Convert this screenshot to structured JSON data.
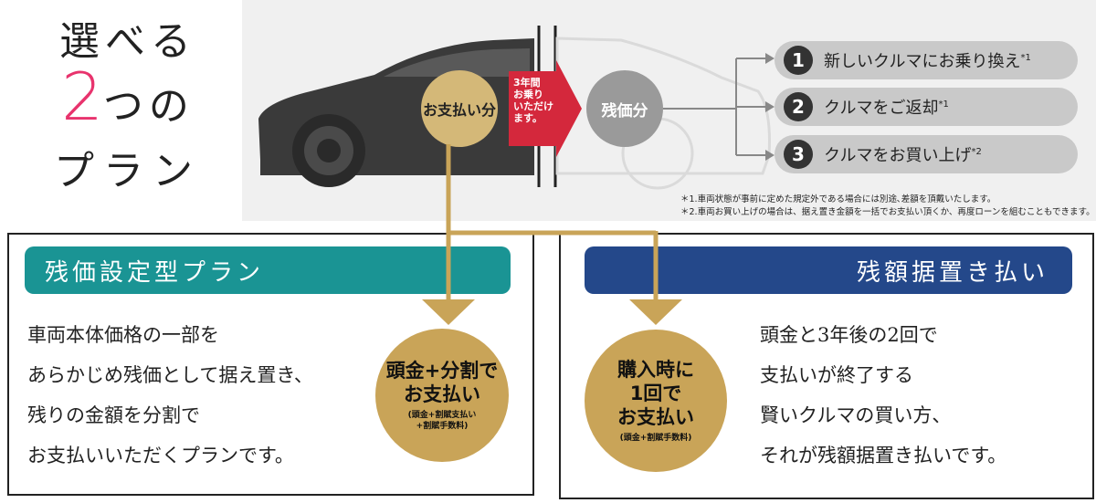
{
  "title": {
    "line1": "選べる",
    "number": "2",
    "line2_suffix": "つの",
    "line3": "プラン"
  },
  "flow": {
    "payment_label": "お支払い分",
    "arrow_text": "3年間\nお乗り\nいただけ\nます。",
    "residual_label": "残価分"
  },
  "options": [
    {
      "num": "1",
      "label": "新しいクルマにお乗り換え",
      "note": "*1"
    },
    {
      "num": "2",
      "label": "クルマをご返却",
      "note": "*1"
    },
    {
      "num": "3",
      "label": "クルマをお買い上げ",
      "note": "*2"
    }
  ],
  "notes": [
    "＊1.車両状態が事前に定めた規定外である場合には別途､差額を頂戴いたします。",
    "＊2.車両お買い上げの場合は、据え置き金額を一括でお支払い頂くか、再度ローンを組むこともできます。"
  ],
  "plan_left": {
    "title": "残価設定型プラン",
    "desc": [
      "車両本体価格の一部を",
      "あらかじめ残価として据え置き、",
      "残りの金額を分割で",
      "お支払いいただくプランです。"
    ],
    "circle_lines": [
      "頭金+分割で",
      "お支払い"
    ],
    "circle_note": [
      "(頭金+割賦支払い",
      "+割賦手数料)"
    ]
  },
  "plan_right": {
    "title": "残額据置き払い",
    "desc": [
      "頭金と3年後の2回で",
      "支払いが終了する",
      "賢いクルマの買い方、",
      "それが残額据置き払いです。"
    ],
    "circle_lines": [
      "購入時に",
      "1回で",
      "お支払い"
    ],
    "circle_note": [
      "(頭金+割賦手数料)"
    ]
  },
  "colors": {
    "accent_pink": "#e8336d",
    "teal": "#1a9494",
    "navy": "#24488a",
    "gold": "#c9a458",
    "red_arrow": "#d4283c"
  }
}
